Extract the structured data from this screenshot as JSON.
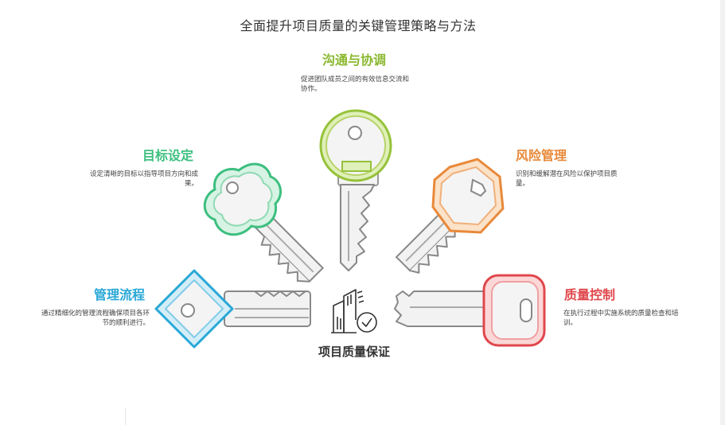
{
  "title": "全面提升项目质量的关键管理策略与方法",
  "center": {
    "label": "项目质量保证"
  },
  "items": [
    {
      "id": "goal",
      "title": "目标设定",
      "desc": "设定清晰的目标以指导项目方向和成果。",
      "color": "#3cbf7f"
    },
    {
      "id": "comm",
      "title": "沟通与协调",
      "desc": "促进团队成员之间的有效信息交流和协作。",
      "color": "#8ab82e"
    },
    {
      "id": "risk",
      "title": "风险管理",
      "desc": "识别和缓解潜在风险以保护项目质量。",
      "color": "#e8893a"
    },
    {
      "id": "process",
      "title": "管理流程",
      "desc": "通过精细化的管理流程确保项目各环节的顺利进行。",
      "color": "#29a8d6"
    },
    {
      "id": "quality",
      "title": "质量控制",
      "desc": "在执行过程中实施系统的质量检查和培训。",
      "color": "#e0474c"
    }
  ]
}
